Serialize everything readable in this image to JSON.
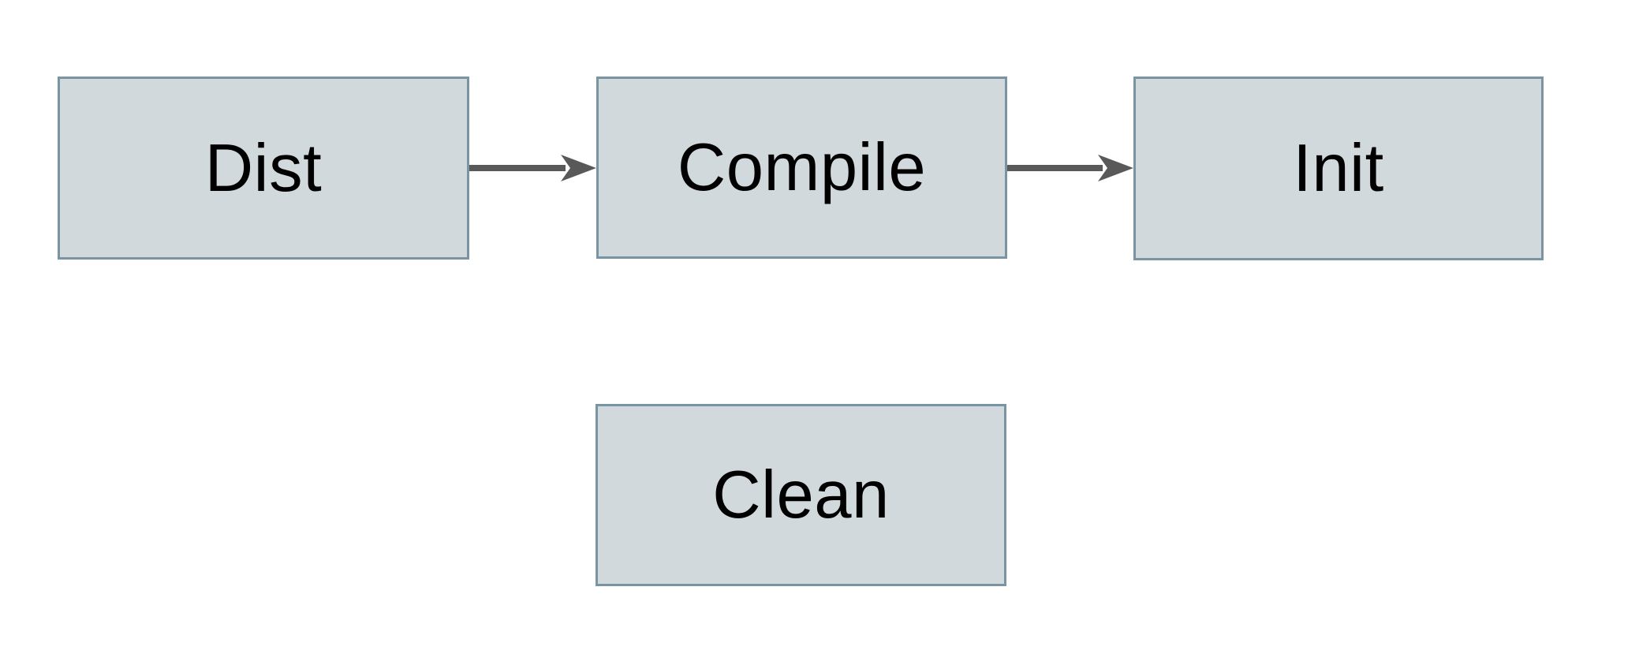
{
  "diagram": {
    "type": "flowchart",
    "background_color": "#ffffff",
    "node_fill_color": "#d2d9dc",
    "node_border_color": "#7a95a2",
    "arrow_color": "#595959",
    "text_color": "#000000",
    "nodes": [
      {
        "id": "dist",
        "label": "Dist"
      },
      {
        "id": "compile",
        "label": "Compile"
      },
      {
        "id": "init",
        "label": "Init"
      },
      {
        "id": "clean",
        "label": "Clean"
      }
    ],
    "edges": [
      {
        "from": "dist",
        "to": "compile",
        "direction": "right"
      },
      {
        "from": "compile",
        "to": "init",
        "direction": "right"
      }
    ]
  }
}
